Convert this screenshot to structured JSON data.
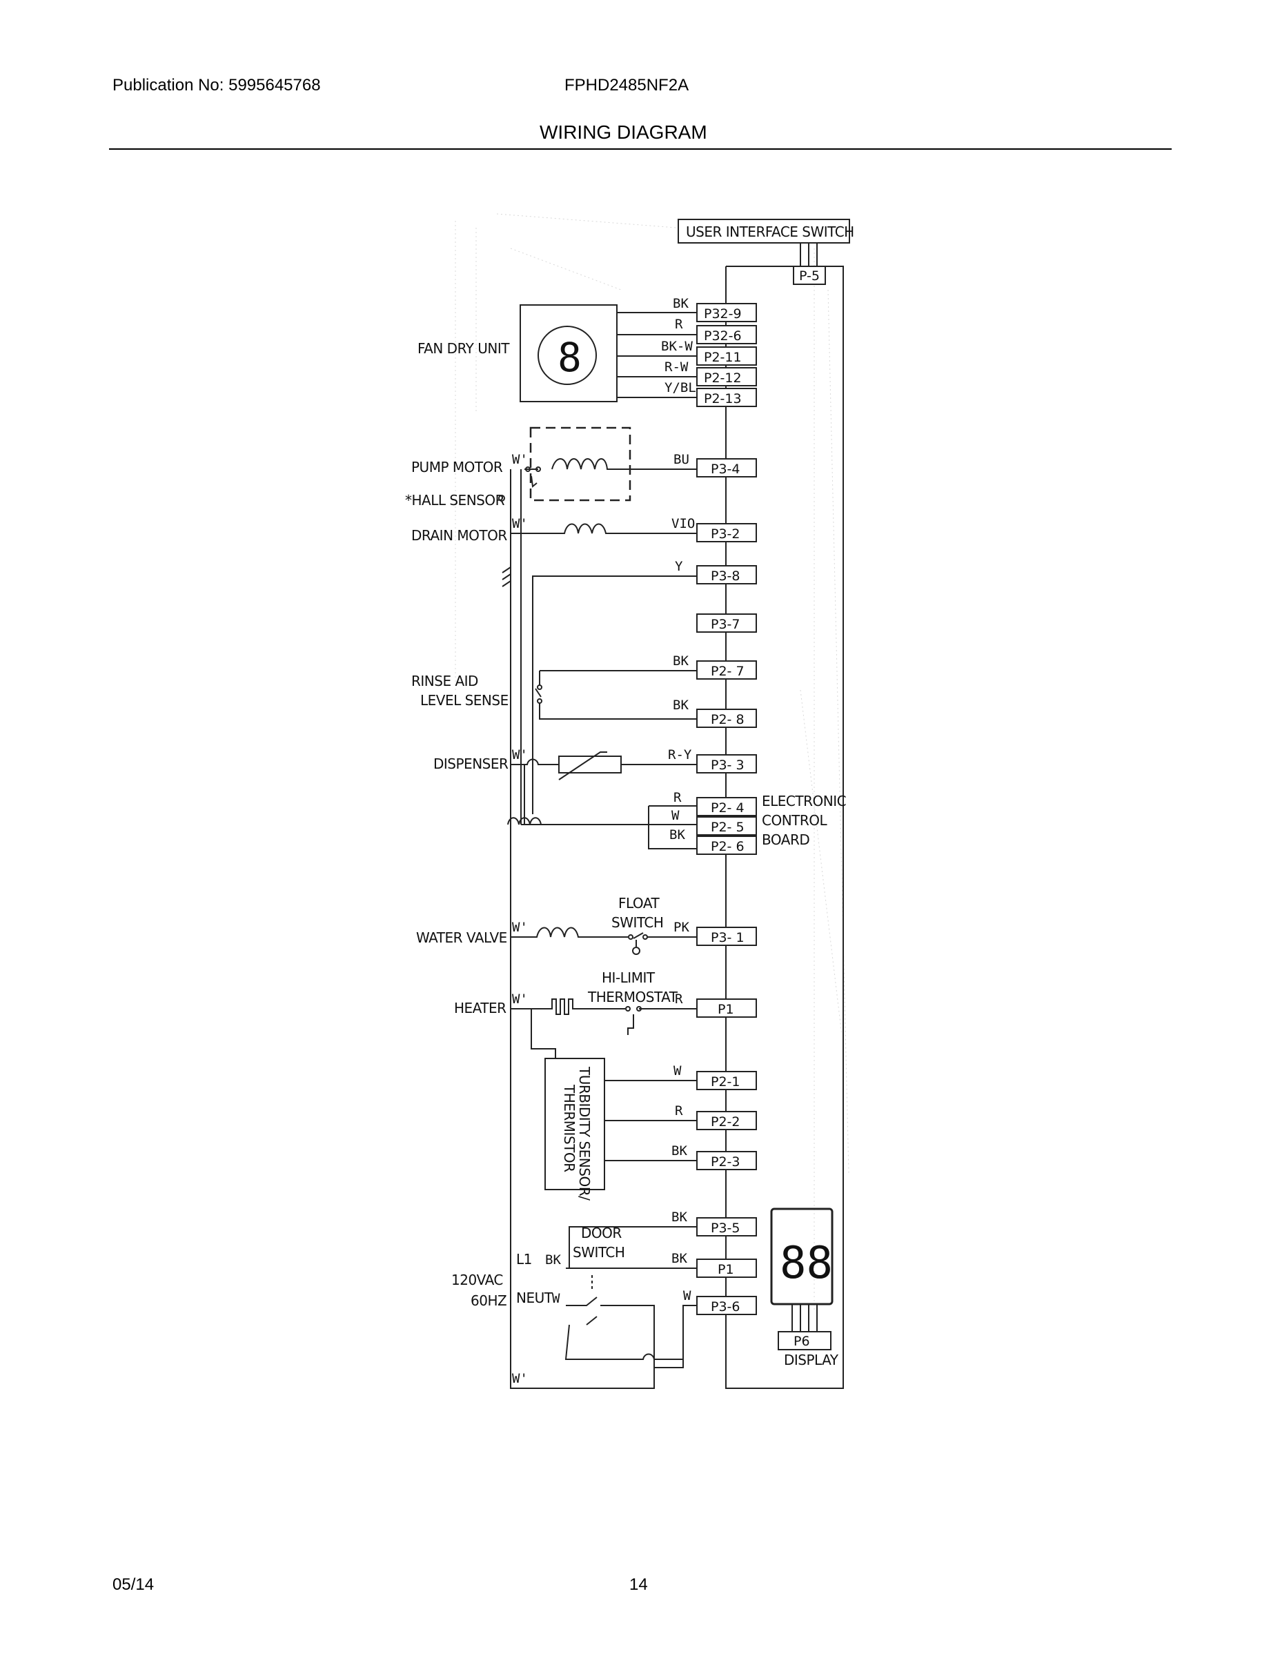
{
  "header": {
    "publication": "Publication No: 5995645768",
    "model": "FPHD2485NF2A",
    "title": "WIRING DIAGRAM"
  },
  "footer": {
    "date": "05/14",
    "page": "14"
  },
  "diagram": {
    "user_interface_switch": "USER INTERFACE SWITCH",
    "ecb_line1": "ELECTRONIC",
    "ecb_line2": "CONTROL",
    "ecb_line3": "BOARD",
    "display": "DISPLAY",
    "display_digits": "88",
    "components": {
      "fan_dry_unit": "FAN DRY UNIT",
      "fan_symbol": "8",
      "pump_motor": "PUMP MOTOR",
      "hall_sensor": "*HALL SENSOR",
      "drain_motor": "DRAIN MOTOR",
      "rinse_aid_1": "RINSE AID",
      "rinse_aid_2": "LEVEL SENSE",
      "dispenser": "DISPENSER",
      "water_valve": "WATER VALVE",
      "heater": "HEATER",
      "float_switch_1": "FLOAT",
      "float_switch_2": "SWITCH",
      "hilimit_1": "HI-LIMIT",
      "hilimit_2": "THERMOSTAT",
      "turbidity_1": "TURBIDITY SENSOR/",
      "turbidity_2": "THERMISTOR",
      "door_switch_1": "DOOR",
      "door_switch_2": "SWITCH",
      "supply_1": "120VAC",
      "supply_2": "60HZ",
      "l1": "L1",
      "neut": "NEUT"
    },
    "wire_colors": {
      "bk1": "BK",
      "r1": "R",
      "bkw": "BK-W",
      "rw": "R-W",
      "ybl": "Y/BL",
      "bu": "BU",
      "vio": "VIO",
      "y": "Y",
      "bk_p27": "BK",
      "bk_p28": "BK",
      "ry": "R-Y",
      "r_p24": "R",
      "w_p25": "W",
      "bk_p26": "BK",
      "pk": "PK",
      "r_p1": "R",
      "w_p21": "W",
      "r_p22": "R",
      "bk_p23": "BK",
      "bk_p35": "BK",
      "bk_p1b": "BK",
      "w_p36": "W",
      "bk_l1": "BK",
      "w_neut": "W",
      "w_pump": "W'",
      "w_drain": "W'",
      "w_disp": "W'",
      "w_valve": "W'",
      "w_heater": "W'",
      "w_bottom": "W'"
    },
    "connectors": {
      "p5": "P-5",
      "p32_9": "P32-9",
      "p32_6": "P32-6",
      "p2_11": "P2-11",
      "p2_12": "P2-12",
      "p2_13": "P2-13",
      "p3_4": "P3-4",
      "p3_2": "P3-2",
      "p3_8": "P3-8",
      "p3_7": "P3-7",
      "p2_7": "P2- 7",
      "p2_8": "P2- 8",
      "p3_3": "P3- 3",
      "p2_4": "P2- 4",
      "p2_5": "P2- 5",
      "p2_6": "P2- 6",
      "p3_1": "P3- 1",
      "p1a": "P1",
      "p2_1": "P2-1",
      "p2_2": "P2-2",
      "p2_3": "P2-3",
      "p3_5": "P3-5",
      "p1b": "P1",
      "p3_6": "P3-6",
      "p6": "P6"
    }
  }
}
